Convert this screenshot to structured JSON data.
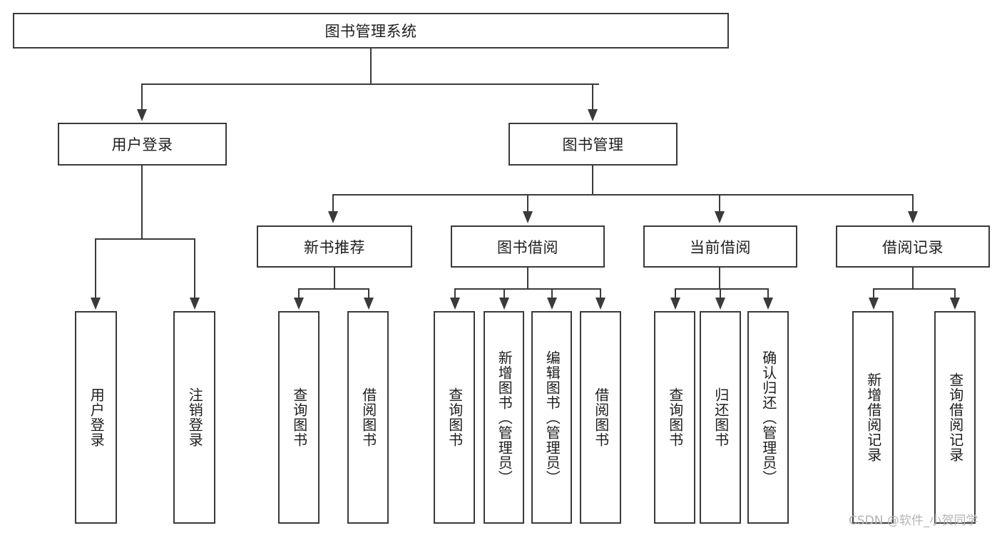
{
  "diagram": {
    "type": "tree",
    "title": "图书管理系统",
    "root": {
      "label": "图书管理系统"
    },
    "level2": [
      {
        "label": "用户登录"
      },
      {
        "label": "图书管理"
      }
    ],
    "level3": [
      {
        "label": "新书推荐"
      },
      {
        "label": "图书借阅"
      },
      {
        "label": "当前借阅"
      },
      {
        "label": "借阅记录"
      }
    ],
    "leaves_user_login": [
      {
        "label": "用户登录"
      },
      {
        "label": "注销登录"
      }
    ],
    "leaves_new_book": [
      {
        "label": "查询图书"
      },
      {
        "label": "借阅图书"
      }
    ],
    "leaves_borrow": [
      {
        "label": "查询图书"
      },
      {
        "label": "新增图书（管理员）"
      },
      {
        "label": "编辑图书（管理员）"
      },
      {
        "label": "借阅图书"
      }
    ],
    "leaves_current": [
      {
        "label": "查询图书"
      },
      {
        "label": "归还图书"
      },
      {
        "label": "确认归还（管理员）"
      }
    ],
    "leaves_record": [
      {
        "label": "新增借阅记录"
      },
      {
        "label": "查询借阅记录"
      }
    ],
    "watermark": "CSDN @软件_小贺同学",
    "colors": {
      "stroke": "#3a3a3a",
      "text": "#1d1d1d",
      "background": "#ffffff",
      "watermark": "#b4b4b4"
    }
  }
}
